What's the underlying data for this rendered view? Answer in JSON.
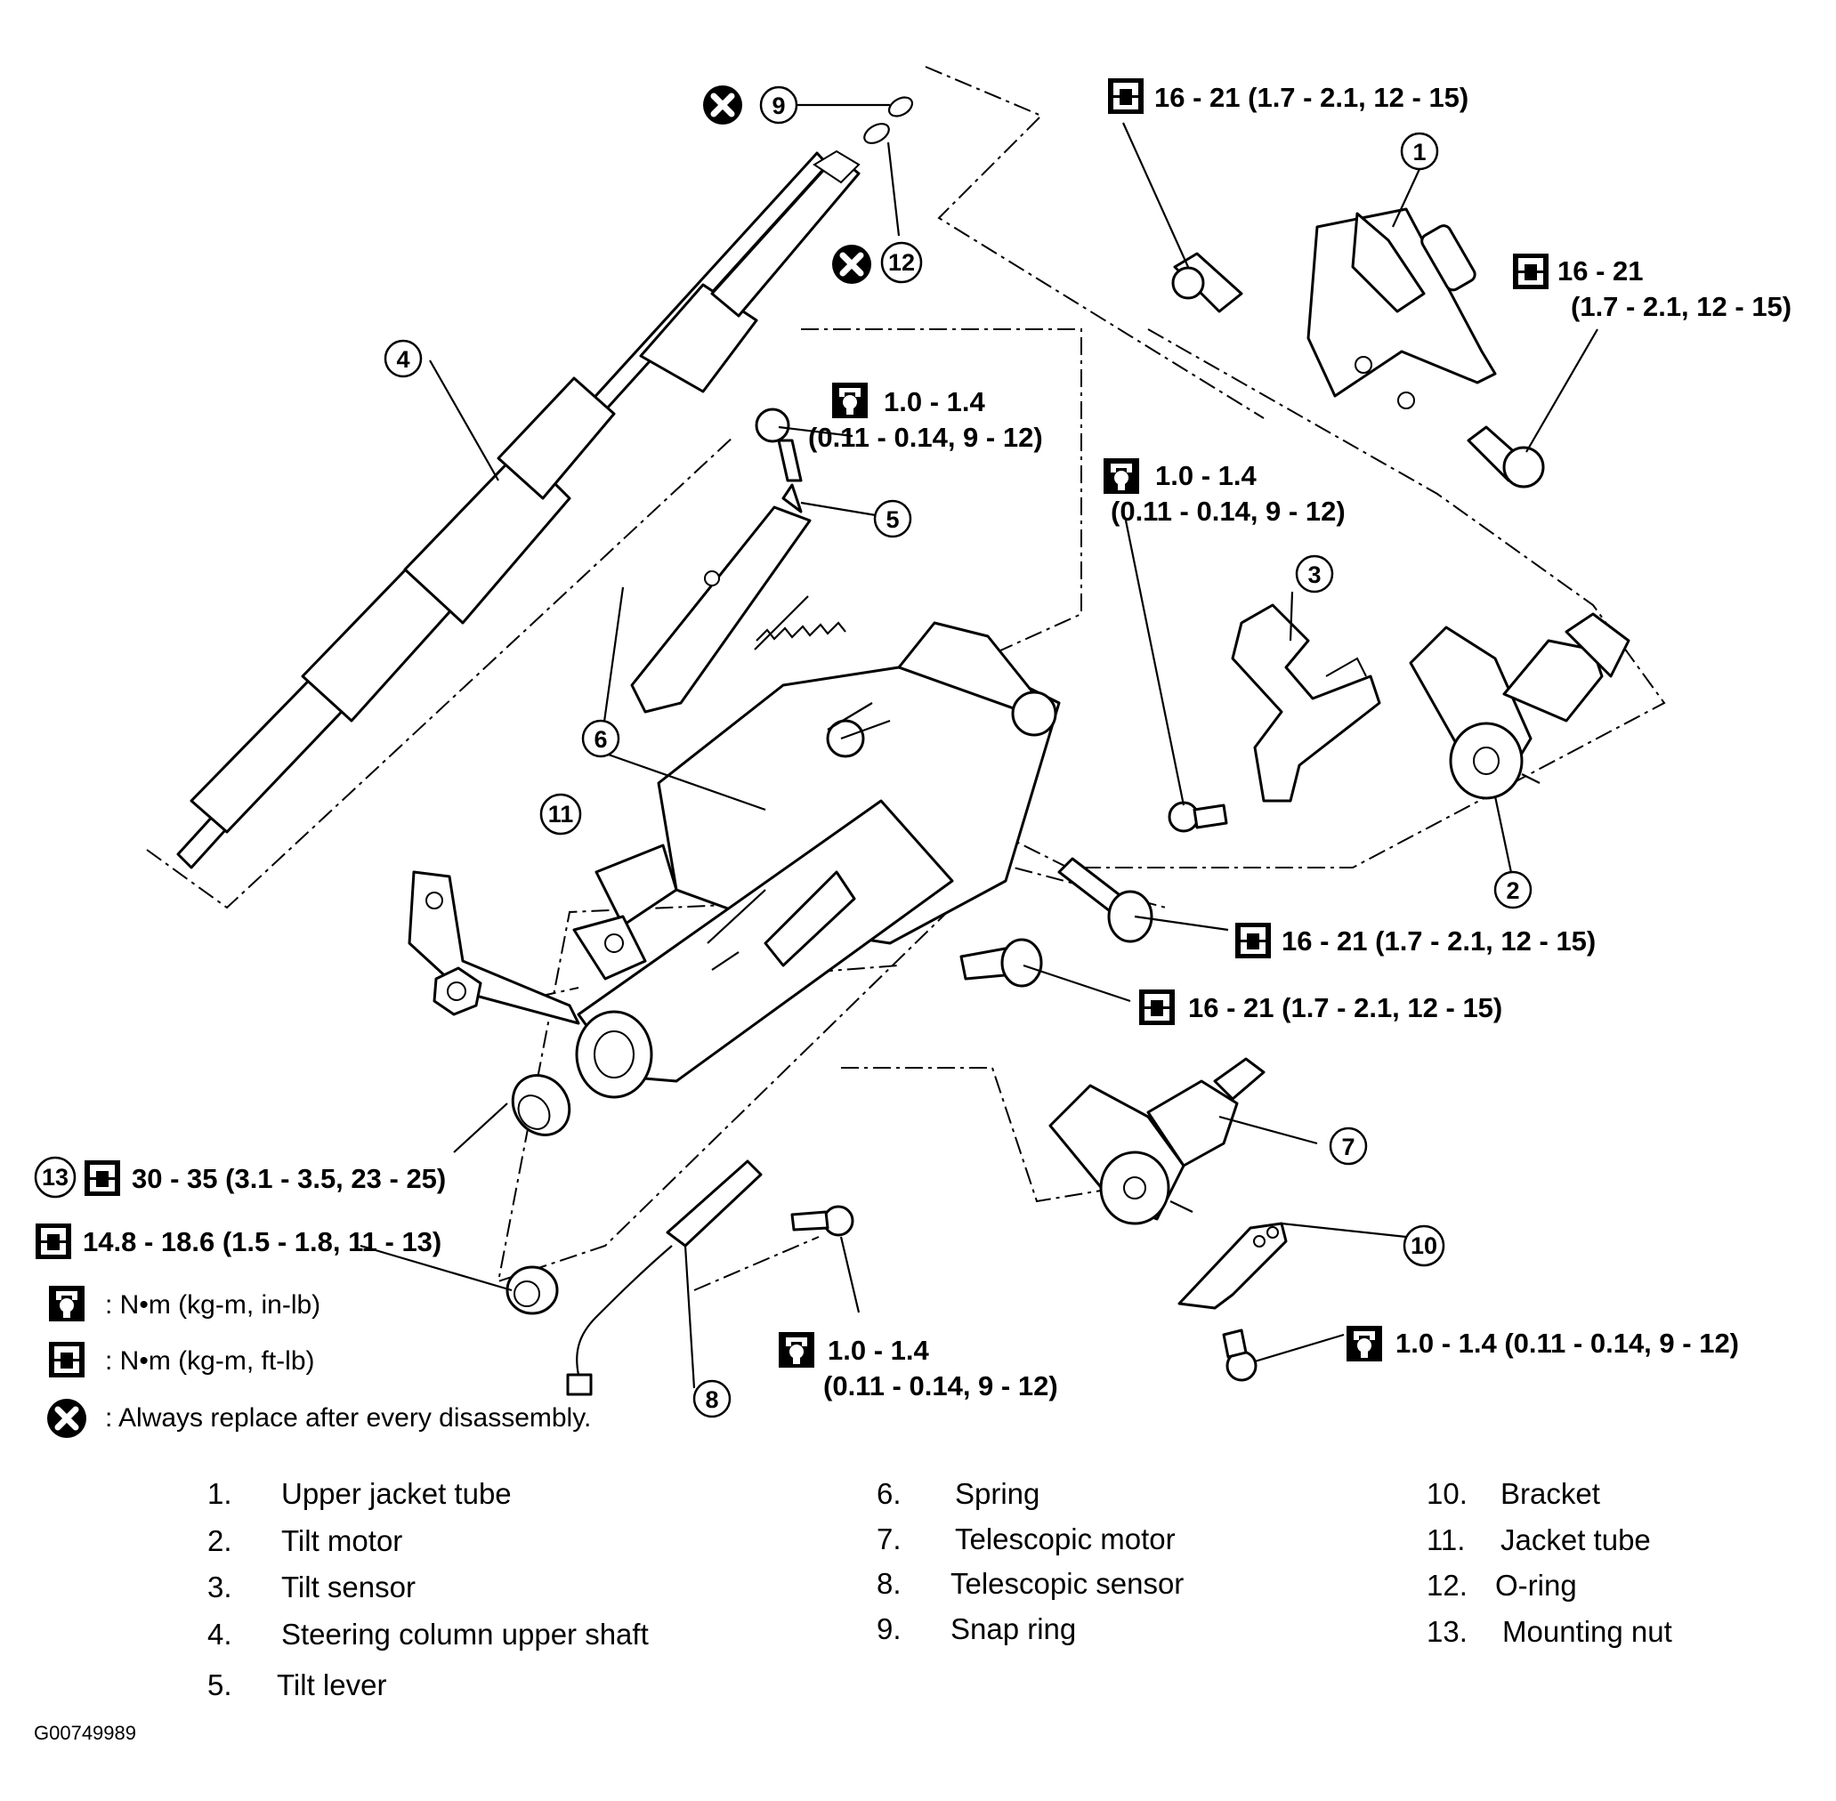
{
  "torque_specs": {
    "t_part1_top": "16 - 21 (1.7 - 2.1, 12 - 15)",
    "t_part1_right_a": "16 - 21",
    "t_part1_right_b": "(1.7 - 2.1, 12 - 15)",
    "t_part5_a": "1.0 - 1.4",
    "t_part5_b": "(0.11 - 0.14, 9 - 12)",
    "t_part3_a": "1.0 - 1.4",
    "t_part3_b": "(0.11 - 0.14, 9 - 12)",
    "t_bolt_a": "16 - 21 (1.7 - 2.1, 12 - 15)",
    "t_bolt_b": "16 - 21 (1.7 - 2.1, 12 - 15)",
    "t_part13": "30 - 35 (3.1 - 3.5, 23 - 25)",
    "t_nut": "14.8 - 18.6 (1.5 - 1.8, 11 - 13)",
    "t_part8_a": "1.0 - 1.4",
    "t_part8_b": "(0.11 - 0.14, 9 - 12)",
    "t_part10": "1.0 - 1.4 (0.11 - 0.14, 9 - 12)"
  },
  "legend": {
    "inlb": ": N•m  (kg-m,  in-lb)",
    "ftlb": ": N•m  (kg-m,  ft-lb)",
    "replace": ": Always replace after every disassembly."
  },
  "parts_list": [
    {
      "num": "1.",
      "name": "Upper jacket tube"
    },
    {
      "num": "2.",
      "name": "Tilt motor"
    },
    {
      "num": "3.",
      "name": "Tilt sensor"
    },
    {
      "num": "4.",
      "name": "Steering column upper shaft"
    },
    {
      "num": "5.",
      "name": "Tilt lever"
    },
    {
      "num": "6.",
      "name": "Spring"
    },
    {
      "num": "7.",
      "name": "Telescopic motor"
    },
    {
      "num": "8.",
      "name": "Telescopic sensor"
    },
    {
      "num": "9.",
      "name": "Snap ring"
    },
    {
      "num": "10.",
      "name": "Bracket"
    },
    {
      "num": "11.",
      "name": "Jacket tube"
    },
    {
      "num": "12.",
      "name": "O-ring"
    },
    {
      "num": "13.",
      "name": "Mounting nut"
    }
  ],
  "callouts": [
    "1",
    "2",
    "3",
    "4",
    "5",
    "6",
    "7",
    "8",
    "9",
    "10",
    "11",
    "12",
    "13"
  ],
  "figure_code": "G00749989",
  "icons": {
    "inlb_torque": "torque-wrench-inlb-icon",
    "ftlb_torque": "torque-wrench-ftlb-icon",
    "replace": "always-replace-x-icon"
  }
}
